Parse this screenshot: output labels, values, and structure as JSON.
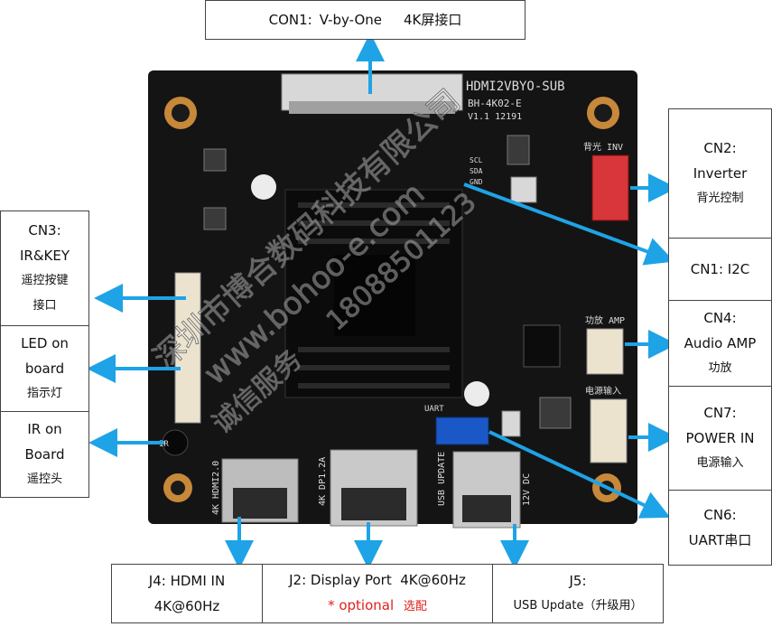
{
  "labels": {
    "con1": {
      "name": "CON1:",
      "line1": "V-by-One",
      "line1b": "4K屏接口"
    },
    "cn2": {
      "name": "CN2:",
      "line1": "Inverter",
      "line2": "背光控制"
    },
    "cn1": {
      "name": "CN1: I2C"
    },
    "cn4": {
      "name": "CN4:",
      "line1": "Audio AMP",
      "line2": "功放"
    },
    "cn7": {
      "name": "CN7:",
      "line1": "POWER IN",
      "line2": "电源输入"
    },
    "cn6": {
      "name": "CN6:",
      "line1": "UART串口"
    },
    "cn3": {
      "name": "CN3:",
      "line1": "IR&KEY",
      "line2": "遥控按键",
      "line3": "接口"
    },
    "led": {
      "line1": "LED on",
      "line2": "board",
      "line3": "指示灯"
    },
    "ir": {
      "line1": "IR on",
      "line2": "Board",
      "line3": "遥控头"
    },
    "j4": {
      "line1": "J4: HDMI IN",
      "line2": "4K@60Hz"
    },
    "j2": {
      "line1": "J2: Display Port  4K@60Hz",
      "line2_red": "* optional",
      "line2_cn": "选配"
    },
    "j5": {
      "line1": "J5:",
      "line2": "USB Update（升级用）"
    }
  },
  "board": {
    "model": "HDMI2VBYO-SUB",
    "part": "BH-4K02-E",
    "version": "V1.1 12191",
    "silk_backlight": "背光 INV",
    "silk_amp": "功放 AMP",
    "silk_power": "电源输入",
    "silk_hdmi": "4K HDMI2.0",
    "silk_dp": "4K DP1.2A",
    "silk_usb": "USB UPDATE",
    "silk_dc": "12V DC",
    "silk_uart": "UART",
    "silk_ir": "IR",
    "silk_sda": "SDA",
    "silk_gnd": "GND",
    "silk_scl": "SCL"
  },
  "watermark": {
    "line1": "深圳市博合数码科技有限公司",
    "line2": "www.bohoo-e.com",
    "line3": "18088501123",
    "line4": "诚信服务"
  },
  "colors": {
    "arrow": "#1ea3e6",
    "board": "#151515",
    "red": "#e0201b"
  }
}
